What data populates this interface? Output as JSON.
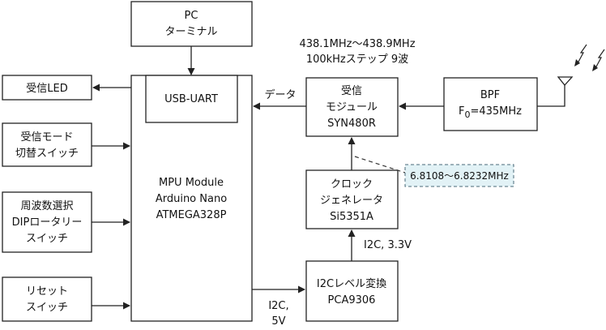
{
  "blocks": {
    "pc": [
      "PC",
      "ターミナル"
    ],
    "recv_led": "受信LED",
    "mode_switch": [
      "受信モード",
      "切替スイッチ"
    ],
    "dip_switch": [
      "周波数選択",
      "DIPロータリー",
      "スイッチ"
    ],
    "reset_switch": [
      "リセット",
      "スイッチ"
    ],
    "mpu": [
      "MPU Module",
      "Arduino Nano",
      "ATMEGA328P"
    ],
    "usb_uart": "USB-UART",
    "rx_module": [
      "受信",
      "モジュール",
      "SYN480R"
    ],
    "bpf_title": "BPF",
    "bpf_freq": {
      "f": "F",
      "sub": "0",
      "value": "=435MHz"
    },
    "clock": [
      "クロック",
      "ジェネレータ",
      "Si5351A"
    ],
    "level_shifter": [
      "I2Cレベル変換",
      "PCA9306"
    ]
  },
  "labels": {
    "freq_range": "438.1MHz～438.9MHz",
    "freq_step": "100kHzステップ 9波",
    "data": "データ",
    "i2c_33": "I2C, 3.3V",
    "i2c_5v": [
      "I2C,",
      "5V"
    ],
    "clock_freq": "6.8108～6.8232MHz"
  },
  "colors": {
    "line": "#222222",
    "note_fill": "#e2f2f6",
    "note_stroke": "#4a6a78"
  },
  "icons": [
    "antenna-icon",
    "radio-wave-icon"
  ]
}
